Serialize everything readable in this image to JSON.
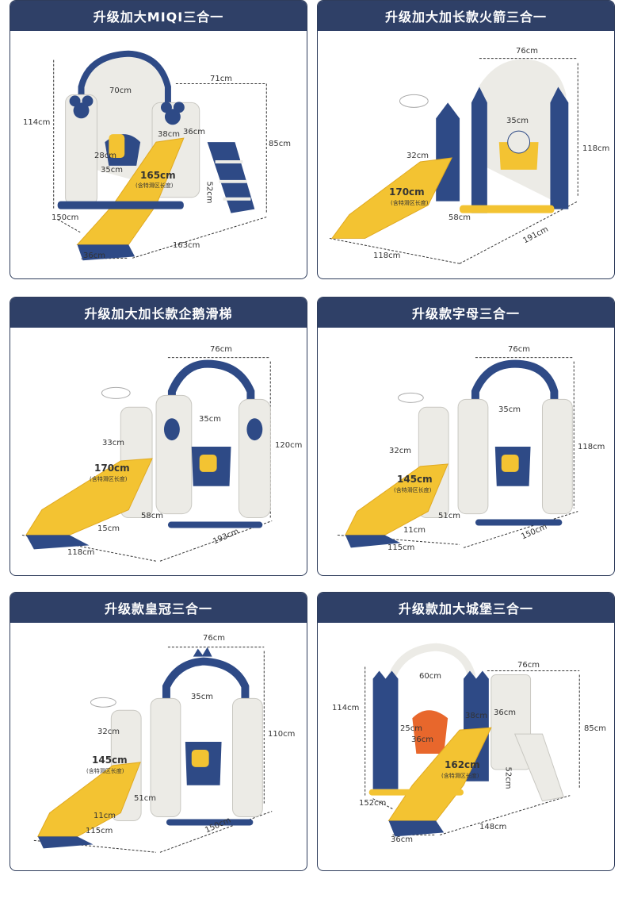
{
  "colors": {
    "header_bg": "#2f4067",
    "header_text": "#ffffff",
    "blue": "#2e4a86",
    "yellow": "#f3c332",
    "orange": "#e8672c",
    "white_part": "#ecebe6"
  },
  "cards": [
    {
      "title": "升级加大MIQI三合一",
      "dims": [
        "114cm",
        "70cm",
        "71cm",
        "38cm",
        "36cm",
        "85cm",
        "28cm",
        "35cm",
        "165cm",
        "52cm",
        "150cm",
        "163cm",
        "36cm"
      ],
      "note": "(含特滑区长度)"
    },
    {
      "title": "升级加大加长款火箭三合一",
      "dims": [
        "76cm",
        "35cm",
        "32cm",
        "118cm",
        "170cm",
        "58cm",
        "191cm",
        "118cm"
      ],
      "note": "(含特滑区长度)"
    },
    {
      "title": "升级加大加长款企鹅滑梯",
      "dims": [
        "76cm",
        "35cm",
        "33cm",
        "120cm",
        "170cm",
        "58cm",
        "15cm",
        "193cm",
        "118cm"
      ],
      "note": "(含特滑区长度)"
    },
    {
      "title": "升级款字母三合一",
      "dims": [
        "76cm",
        "35cm",
        "32cm",
        "118cm",
        "145cm",
        "51cm",
        "11cm",
        "150cm",
        "115cm"
      ],
      "note": "(含特滑区长度)"
    },
    {
      "title": "升级款皇冠三合一",
      "dims": [
        "76cm",
        "35cm",
        "32cm",
        "110cm",
        "145cm",
        "51cm",
        "11cm",
        "150cm",
        "115cm"
      ],
      "note": "(含特滑区长度)"
    },
    {
      "title": "升级款加大城堡三合一",
      "dims": [
        "60cm",
        "76cm",
        "114cm",
        "38cm",
        "36cm",
        "85cm",
        "25cm",
        "36cm",
        "162cm",
        "52cm",
        "152cm",
        "148cm",
        "36cm"
      ],
      "note": "(含特滑区长度)"
    }
  ]
}
